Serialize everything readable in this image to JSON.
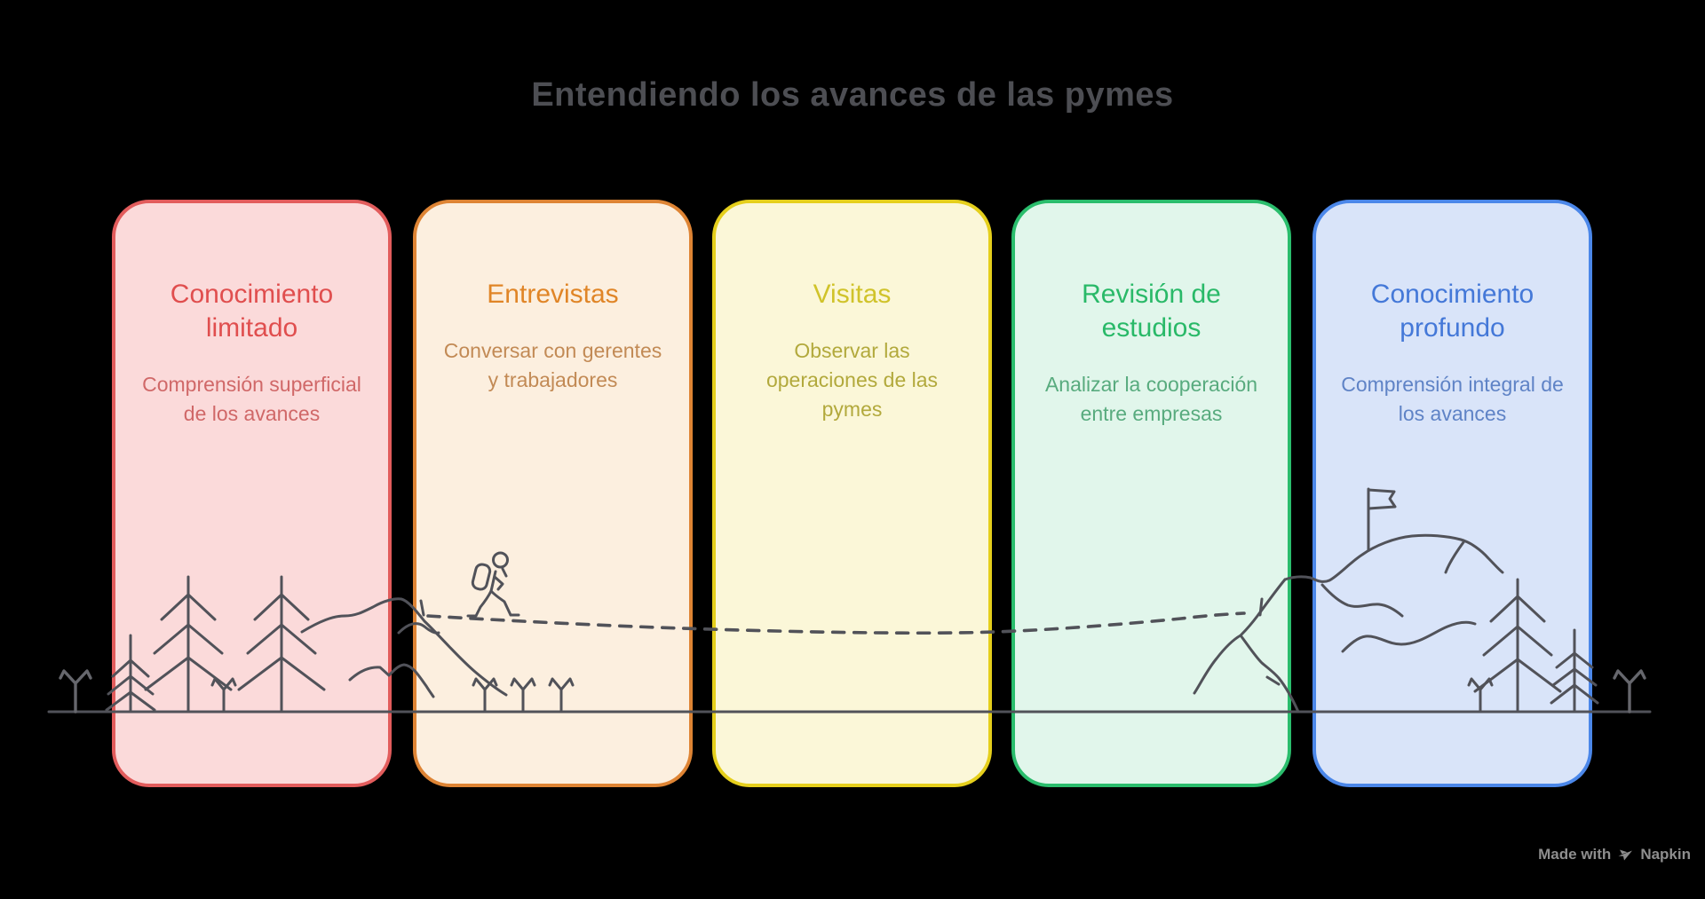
{
  "page_title": "Entendiendo los avances de las pymes",
  "title_color": "#4D4E53",
  "cards": [
    {
      "title": "Conocimiento limitado",
      "body": "Comprensión superficial de los avances",
      "border_color": "#E25C5C",
      "bg_color": "#FBDADA",
      "title_color": "#E04E4E",
      "body_color": "#D06868"
    },
    {
      "title": "Entrevistas",
      "body": "Conversar con gerentes y trabajadores",
      "border_color": "#DE8434",
      "bg_color": "#FCEFDF",
      "title_color": "#E08527",
      "body_color": "#C28A55"
    },
    {
      "title": "Visitas",
      "body": "Observar las operaciones de las pymes",
      "border_color": "#E5CF1C",
      "bg_color": "#FBF7D8",
      "title_color": "#D0C32A",
      "body_color": "#B2A93C"
    },
    {
      "title": "Revisión de estudios",
      "body": "Analizar la cooperación entre empresas",
      "border_color": "#2ABD6C",
      "bg_color": "#E1F6EB",
      "title_color": "#29B968",
      "body_color": "#58AB7E"
    },
    {
      "title": "Conocimiento profundo",
      "body": "Comprensión integral de los avances",
      "border_color": "#4B87E9",
      "bg_color": "#D9E4F9",
      "title_color": "#4478D8",
      "body_color": "#5F83C6"
    }
  ],
  "illustration": {
    "stroke_color": "#515259",
    "outer_stroke_color": "#66676D",
    "elements": [
      "pine-trees",
      "sprouts",
      "hill",
      "hiker-with-backpack",
      "dashed-trail",
      "trail-markers",
      "mountain-range",
      "summit-flag",
      "ground-line"
    ]
  },
  "watermark": {
    "prefix": "Made with",
    "brand": "Napkin",
    "color": "#8E8E8E"
  }
}
